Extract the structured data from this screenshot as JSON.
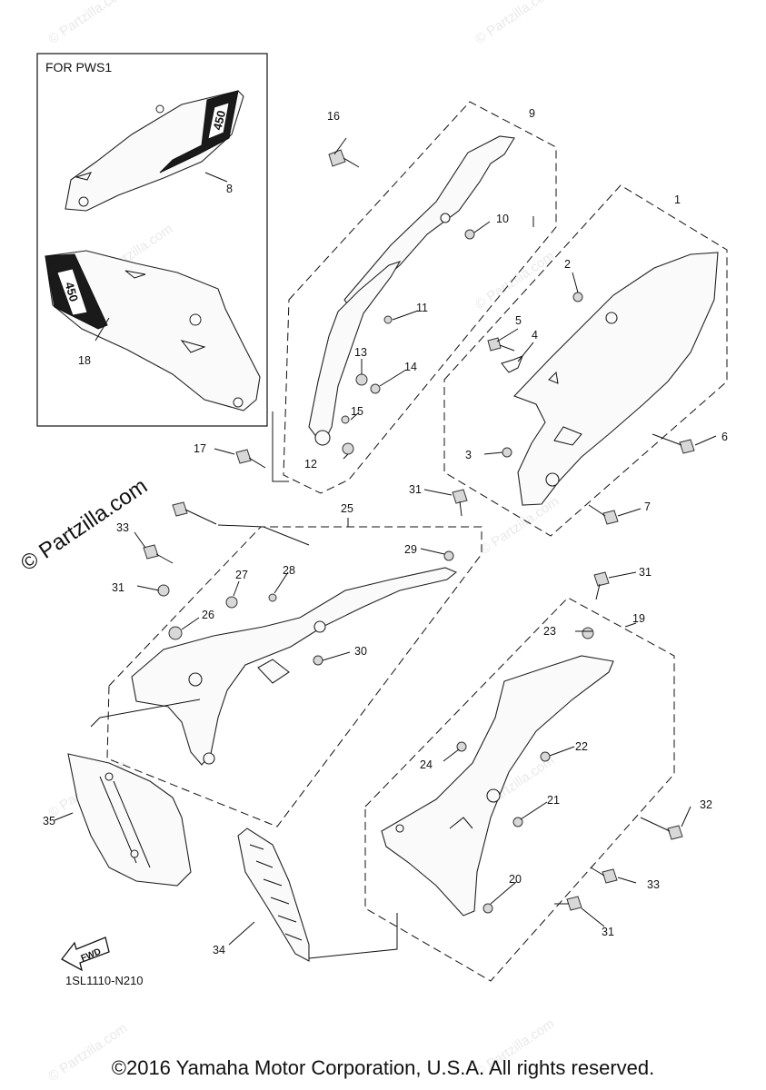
{
  "inset": {
    "label": "FOR PWS1"
  },
  "watermark": {
    "brand_text": "© Partzilla.com",
    "faint_text": "© Partzilla.com"
  },
  "diagram_code": "1SL1110-N210",
  "copyright": "©2016 Yamaha Motor Corporation, U.S.A. All rights reserved.",
  "fwd_label": "FWD",
  "callouts": {
    "c1": "1",
    "c2": "2",
    "c3": "3",
    "c4": "4",
    "c5": "5",
    "c6": "6",
    "c7": "7",
    "c8": "8",
    "c9": "9",
    "c10": "10",
    "c11": "11",
    "c12": "12",
    "c13": "13",
    "c14": "14",
    "c15": "15",
    "c16": "16",
    "c17": "17",
    "c18": "18",
    "c19": "19",
    "c20": "20",
    "c21": "21",
    "c22": "22",
    "c23": "23",
    "c24": "24",
    "c25": "25",
    "c26": "26",
    "c27": "27",
    "c28": "28",
    "c29": "29",
    "c30": "30",
    "c31a": "31",
    "c31b": "31",
    "c31c": "31",
    "c31d": "31",
    "c32": "32",
    "c33a": "33",
    "c33b": "33",
    "c34": "34",
    "c35": "35"
  }
}
